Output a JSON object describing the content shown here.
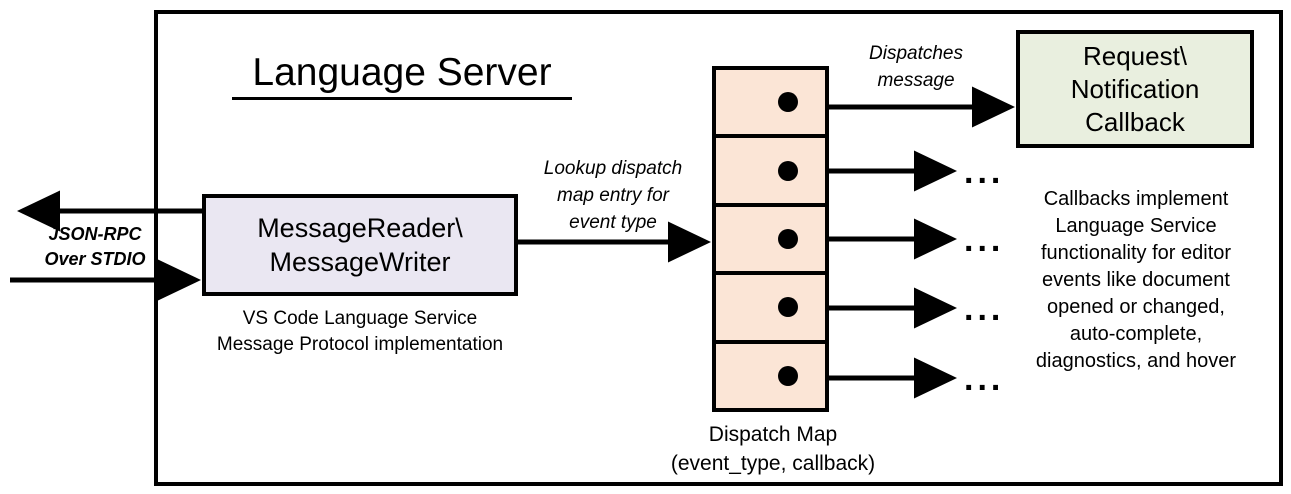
{
  "diagram": {
    "title": "Language Server",
    "frame_color": "#000000"
  },
  "left_channel": {
    "label_line1": "JSON-RPC",
    "label_line2": "Over STDIO",
    "outbound_arrow": "arrow-left-out",
    "inbound_arrow": "arrow-right-in"
  },
  "message_io": {
    "box_line1": "MessageReader\\",
    "box_line2": "MessageWriter",
    "fill": "#EAE7F2",
    "caption_line1": "VS Code Language Service",
    "caption_line2": "Message Protocol implementation"
  },
  "lookup_edge": {
    "label_line1": "Lookup dispatch",
    "label_line2": "map entry for",
    "label_line3": "event type"
  },
  "dispatch_map": {
    "fill": "#FBE5D6",
    "rows": [
      {
        "dot": "callback-dot"
      },
      {
        "dot": "callback-dot"
      },
      {
        "dot": "callback-dot"
      },
      {
        "dot": "callback-dot"
      },
      {
        "dot": "callback-dot"
      }
    ],
    "caption_line1": "Dispatch Map",
    "caption_line2": "(event_type, callback)"
  },
  "dispatch_edge": {
    "label_line1": "Dispatches",
    "label_line2": "message"
  },
  "callback": {
    "box_line1": "Request\\",
    "box_line2": "Notification",
    "box_line3": "Callback",
    "fill": "#E9EFDF",
    "caption_line1": "Callbacks implement",
    "caption_line2": "Language Service",
    "caption_line3": "functionality for editor",
    "caption_line4": "events like document",
    "caption_line5": "opened or changed,",
    "caption_line6": "auto-complete,",
    "caption_line7": "diagnostics, and hover"
  },
  "ellipses": {
    "glyph": "..."
  }
}
